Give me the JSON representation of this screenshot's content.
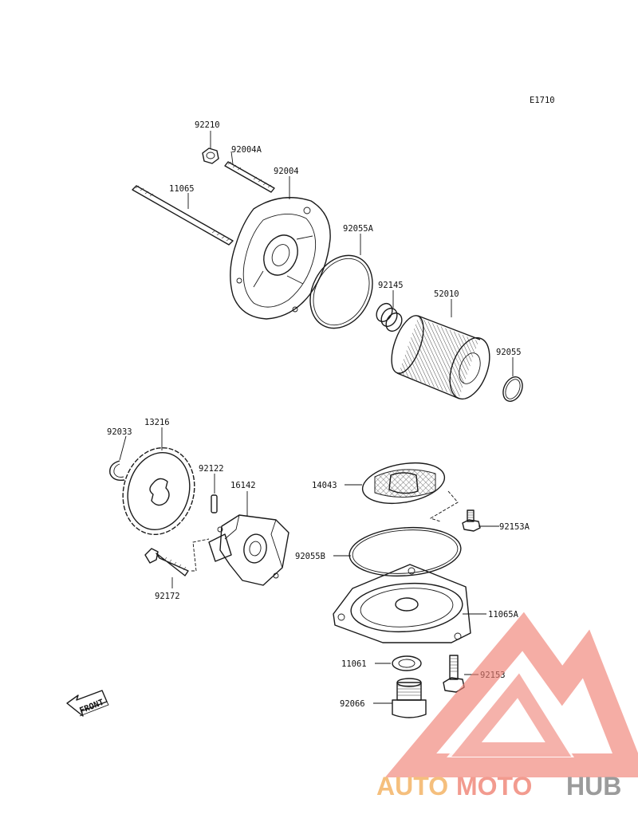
{
  "diagram": {
    "code": "E1710",
    "front_label": "FRONT",
    "parts": [
      {
        "id": "92210"
      },
      {
        "id": "92004A"
      },
      {
        "id": "11065"
      },
      {
        "id": "92004"
      },
      {
        "id": "92055A"
      },
      {
        "id": "92145"
      },
      {
        "id": "52010"
      },
      {
        "id": "92055"
      },
      {
        "id": "92033"
      },
      {
        "id": "13216"
      },
      {
        "id": "92122"
      },
      {
        "id": "16142"
      },
      {
        "id": "92172"
      },
      {
        "id": "14043"
      },
      {
        "id": "92153A"
      },
      {
        "id": "92055B"
      },
      {
        "id": "11065A"
      },
      {
        "id": "11061"
      },
      {
        "id": "92153"
      },
      {
        "id": "92066"
      }
    ]
  },
  "watermark": {
    "text_auto": "AUTO",
    "text_moto": "MOTO",
    "text_hub": "HUB",
    "color_primary": "#f08a7c",
    "color_secondary": "#f4b567",
    "color_dark": "#8a8a8a"
  }
}
